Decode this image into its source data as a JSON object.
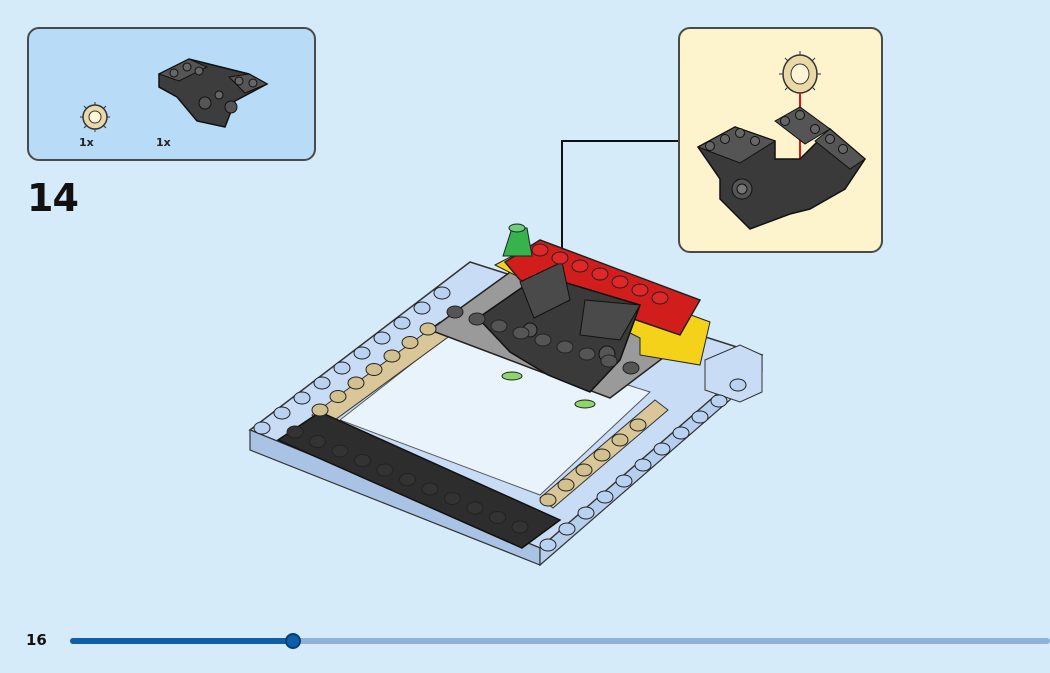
{
  "step": {
    "number": "14"
  },
  "parts_list": [
    {
      "name": "gear",
      "count": "1x"
    },
    {
      "name": "bracket",
      "count": "1x"
    }
  ],
  "page": {
    "number": "16"
  },
  "progress": {
    "fraction": 0.228
  },
  "colors": {
    "background": "#d6ebfa",
    "parts_box": "#b8dcf7",
    "callout": "#fdf3cd",
    "progress_fill": "#0f5ea8",
    "progress_track": "#8db2dc"
  }
}
